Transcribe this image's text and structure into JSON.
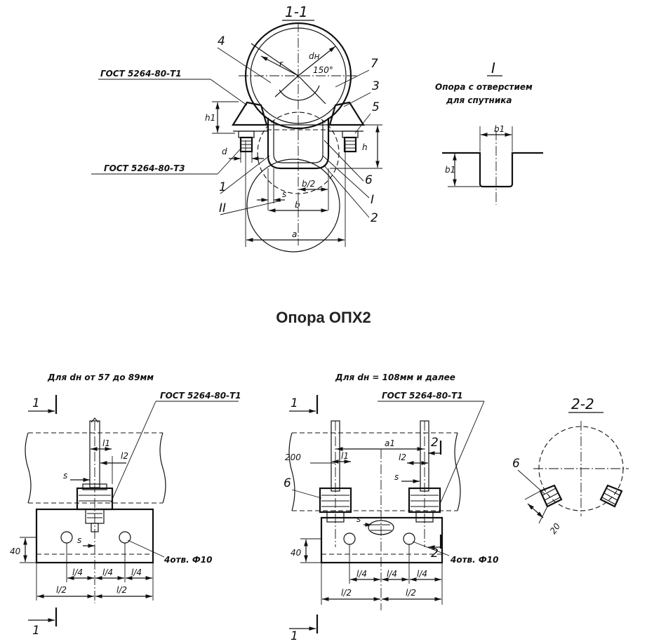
{
  "title": "Опора ОПХ2",
  "top_view": {
    "section_label": "1-1",
    "gost_t1": "ГОСТ 5264-80-Т1",
    "gost_t3": "ГОСТ 5264-80-Т3",
    "angle": "150°",
    "dim_r": "r",
    "dim_dn": "dн",
    "dim_h1": "h1",
    "dim_h": "h",
    "dim_d": "d",
    "dim_s": "s",
    "dim_b_half": "b/2",
    "dim_b": "b",
    "dim_a": "a",
    "num_1": "1",
    "num_2": "2",
    "num_3": "3",
    "num_4": "4",
    "num_5": "5",
    "num_6": "6",
    "num_7": "7",
    "roman_I": "I",
    "roman_II": "II"
  },
  "detail_I": {
    "roman": "I",
    "caption_1": "Опора с отверстием",
    "caption_2": "для спутника",
    "dim_b1_top": "b1",
    "dim_b1_side": "b1"
  },
  "left_view": {
    "caption": "Для dн от 57 до 89мм",
    "gost": "ГОСТ 5264-80-Т1",
    "section_mark_top": "1",
    "section_mark_bottom": "1",
    "dim_l1": "l1",
    "dim_l2": "l2",
    "dim_s1": "s",
    "dim_s2": "s",
    "dim_40": "40",
    "holes": "4отв. Ф10",
    "dim_l4_a": "l/4",
    "dim_l4_b": "l/4",
    "dim_l4_c": "l/4",
    "dim_l2_a": "l/2",
    "dim_l2_b": "l/2"
  },
  "right_view": {
    "caption": "Для dн = 108мм и далее",
    "gost": "ГОСТ 5264-80-Т1",
    "section_mark_top": "1",
    "section_mark_bottom": "1",
    "section_2": "2",
    "section_2b": "2",
    "dim_200": "200",
    "dim_a1": "a1",
    "dim_l1": "l1",
    "dim_l2": "l2",
    "dim_s1": "s",
    "dim_s2": "s",
    "dim_40": "40",
    "num_6": "6",
    "holes": "4отв. Ф10",
    "dim_l4_a": "l/4",
    "dim_l4_b": "l/4",
    "dim_l4_c": "l/4",
    "dim_l2_a": "l/2",
    "dim_l2_b": "l/2"
  },
  "section_2_2": {
    "label": "2-2",
    "num_6": "6",
    "dim_20": "20"
  }
}
